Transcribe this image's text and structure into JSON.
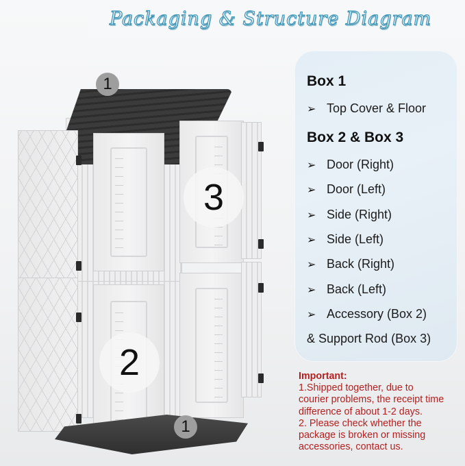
{
  "title": "Packaging & Structure Diagram",
  "colors": {
    "title_fill": "#eaf6fb",
    "title_stroke": "#3d93b4",
    "panel_bg": "#e4eef6",
    "notice_red": "#b42020",
    "part_dark": "#333333",
    "part_light": "#eeeeef"
  },
  "list_panel": {
    "box1": {
      "heading": "Box 1",
      "items": [
        "Top Cover & Floor"
      ]
    },
    "box2_3": {
      "heading": "Box 2 & Box 3",
      "items": [
        "Door (Right)",
        "Door (Left)",
        "Side (Right)",
        "Side (Left)",
        "Back (Right)",
        "Back (Left)",
        "Accessory (Box 2)"
      ],
      "continuation": "& Support Rod (Box 3)"
    },
    "bullet_icon": "arrowhead-bullet-icon",
    "bullet_glyph": "➢"
  },
  "notice": {
    "label": "Important:",
    "lines": [
      "1.Shipped together, due to",
      "courier problems, the receipt time",
      "difference of about 1-2 days.",
      "2. Please check whether the",
      "package is broken or missing",
      "accessories, contact us."
    ]
  },
  "diagram": {
    "badges": {
      "top_cover": "1",
      "floor": "1",
      "upper_parts": "3",
      "lower_parts": "2"
    },
    "parts": [
      "top-cover",
      "floor",
      "side-left",
      "door-left",
      "door-right",
      "side-right",
      "back-left",
      "back-right"
    ]
  }
}
